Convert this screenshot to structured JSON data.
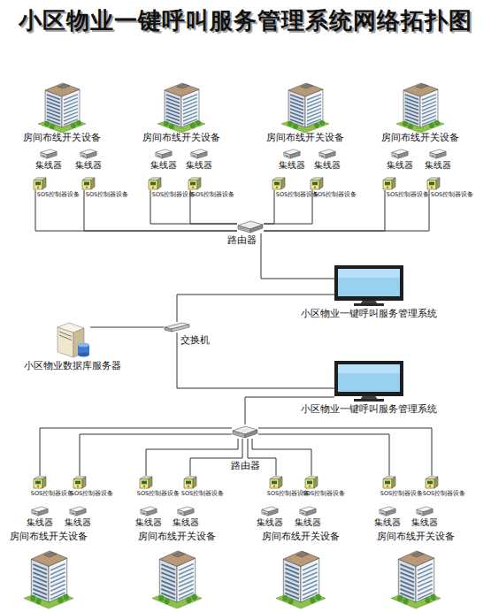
{
  "diagram": {
    "title": "小区物业一键呼叫服务管理系统网络拓扑图",
    "nodes": [
      {
        "text": [
          "房间布线开关设备"
        ]
      },
      {
        "text": [
          "房间布线开关设备"
        ]
      },
      {
        "text": [
          "房间布线开关设备"
        ]
      },
      {
        "text": [
          "房间布线开关设备"
        ]
      },
      {
        "text": [
          "集线器"
        ]
      },
      {
        "text": [
          "集线器"
        ]
      },
      {
        "text": [
          "集线器"
        ]
      },
      {
        "text": [
          "集线器"
        ]
      },
      {
        "text": [
          "集线器"
        ]
      },
      {
        "text": [
          "集线器"
        ]
      },
      {
        "text": [
          "集线器"
        ]
      },
      {
        "text": [
          "集线器"
        ]
      },
      {
        "text": [
          "SOS控制器设备"
        ]
      },
      {
        "text": [
          "SOS控制器设备"
        ]
      },
      {
        "text": [
          "SOS控制器设备"
        ]
      },
      {
        "text": [
          "SOS控制器设备"
        ]
      },
      {
        "text": [
          "SOS控制器设备"
        ]
      },
      {
        "text": [
          "SOS控制器设备"
        ]
      },
      {
        "text": [
          "SOS控制器设备"
        ]
      },
      {
        "text": [
          "SOS控制器设备"
        ]
      },
      {
        "text": [
          "路由器"
        ]
      },
      {
        "text": [
          "小区物业一键呼叫服务管理系统"
        ]
      },
      {
        "text": [
          "小区物业数据库服务器"
        ]
      },
      {
        "text": [
          "交换机"
        ]
      },
      {
        "text": [
          "小区物业一键呼叫服务管理系统"
        ]
      },
      {
        "text": [
          "路由器"
        ]
      },
      {
        "text": [
          "SOS控制器设备"
        ]
      },
      {
        "text": [
          "SOS控制器设备"
        ]
      },
      {
        "text": [
          "SOS控制器设备"
        ]
      },
      {
        "text": [
          "SOS控制器设备"
        ]
      },
      {
        "text": [
          "SOS控制器设备"
        ]
      },
      {
        "text": [
          "SOS控制器设备"
        ]
      },
      {
        "text": [
          "SOS控制器设备"
        ]
      },
      {
        "text": [
          "SOS控制器设备"
        ]
      },
      {
        "text": [
          "集线器"
        ]
      },
      {
        "text": [
          "集线器"
        ]
      },
      {
        "text": [
          "集线器"
        ]
      },
      {
        "text": [
          "集线器"
        ]
      },
      {
        "text": [
          "集线器"
        ]
      },
      {
        "text": [
          "集线器"
        ]
      },
      {
        "text": [
          "集线器"
        ]
      },
      {
        "text": [
          "集线器"
        ]
      },
      {
        "text": [
          "房间布线开关设备"
        ]
      },
      {
        "text": [
          "房间布线开关设备"
        ]
      },
      {
        "text": [
          "房间布线开关设备"
        ]
      },
      {
        "text": [
          "房间布线开关设备"
        ]
      }
    ],
    "edges": [
      {
        "from": 12,
        "to": 20,
        "arrow": "none"
      },
      {
        "from": 13,
        "to": 20,
        "arrow": "none"
      },
      {
        "from": 14,
        "to": 20,
        "arrow": "none"
      },
      {
        "from": 15,
        "to": 20,
        "arrow": "none"
      },
      {
        "from": 16,
        "to": 20,
        "arrow": "none"
      },
      {
        "from": 17,
        "to": 20,
        "arrow": "none"
      },
      {
        "from": 18,
        "to": 20,
        "arrow": "none"
      },
      {
        "from": 19,
        "to": 20,
        "arrow": "none"
      },
      {
        "from": 20,
        "to": 21,
        "arrow": "none"
      },
      {
        "from": 21,
        "to": 23,
        "arrow": "none"
      },
      {
        "from": 22,
        "to": 23,
        "arrow": "none"
      },
      {
        "from": 23,
        "to": 24,
        "arrow": "none"
      },
      {
        "from": 24,
        "to": 25,
        "arrow": "none"
      },
      {
        "from": 25,
        "to": 26,
        "arrow": "none"
      },
      {
        "from": 25,
        "to": 27,
        "arrow": "none"
      },
      {
        "from": 25,
        "to": 28,
        "arrow": "none"
      },
      {
        "from": 25,
        "to": 29,
        "arrow": "none"
      },
      {
        "from": 25,
        "to": 30,
        "arrow": "none"
      },
      {
        "from": 25,
        "to": 31,
        "arrow": "none"
      },
      {
        "from": 25,
        "to": 32,
        "arrow": "none"
      },
      {
        "from": 25,
        "to": 33,
        "arrow": "none"
      }
    ]
  }
}
